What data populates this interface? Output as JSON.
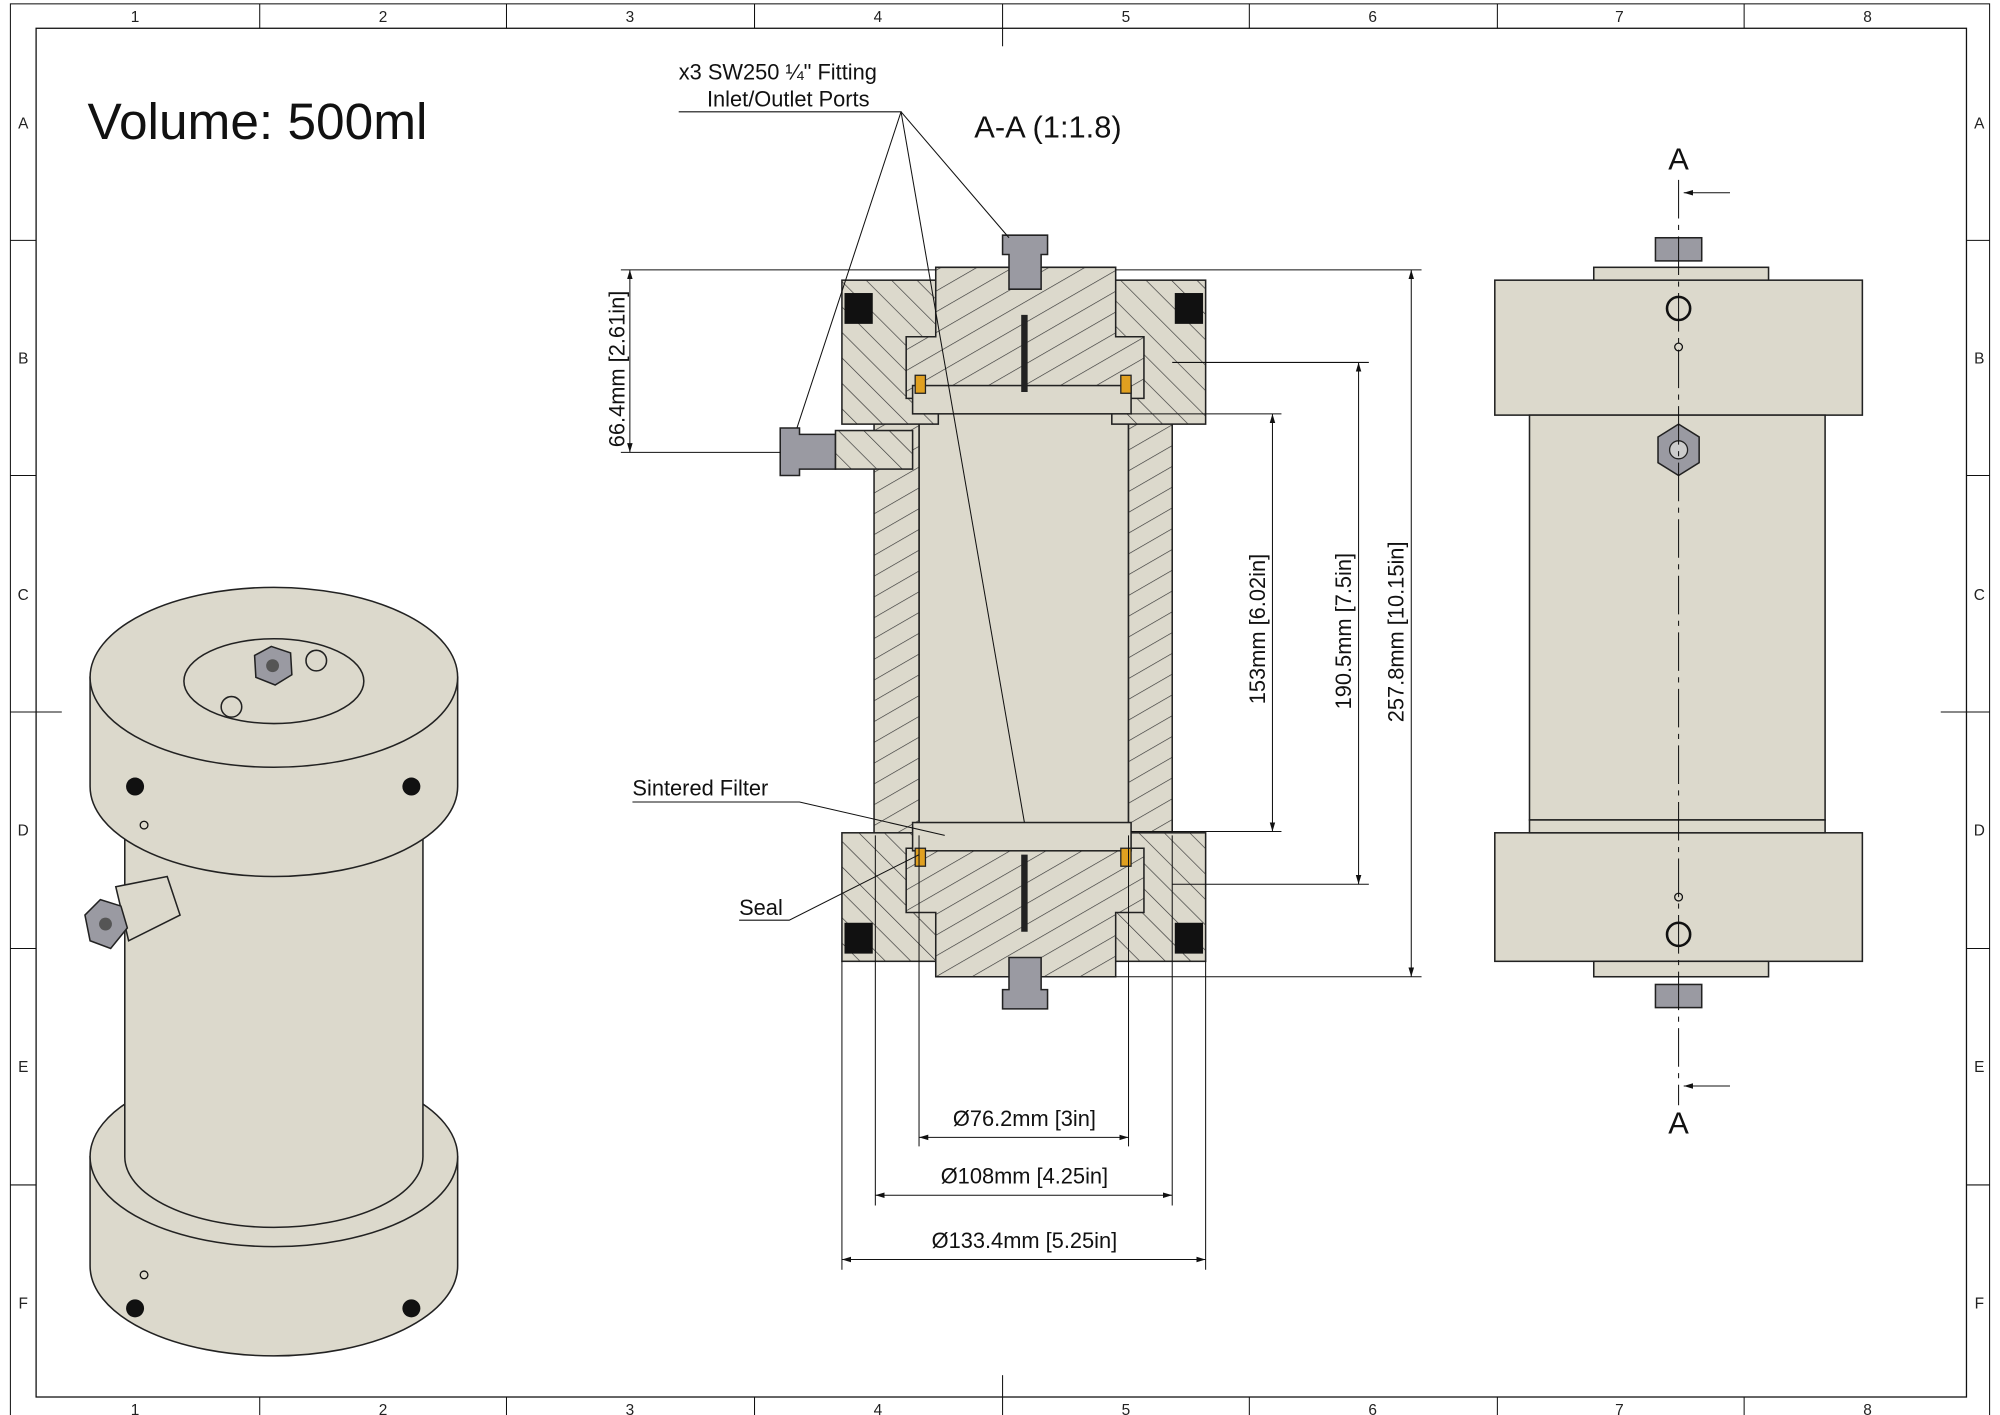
{
  "title": "Volume: 500ml",
  "section_title": "A-A (1:1.8)",
  "section_marker": "A",
  "grid": {
    "columns": [
      "1",
      "2",
      "3",
      "4",
      "5",
      "6",
      "7",
      "8"
    ],
    "rows": [
      "A",
      "B",
      "C",
      "D",
      "E",
      "F"
    ]
  },
  "callouts": {
    "fitting_line1": "x3 SW250 ¼\" Fitting",
    "fitting_line2": "Inlet/Outlet Ports",
    "sintered_filter": "Sintered Filter",
    "seal": "Seal"
  },
  "dimensions": {
    "cap_height": "66.4mm [2.61in]",
    "bore_length": "153mm [6.02in]",
    "body_length": "190.5mm [7.5in]",
    "overall_length": "257.8mm [10.15in]",
    "bore_diameter": "Ø76.2mm [3in]",
    "body_diameter": "Ø108mm [4.25in]",
    "cap_diameter": "Ø133.4mm [5.25in]"
  },
  "colors": {
    "body": "#dcd9cc",
    "seal": "#e0a020",
    "fitting": "#9a9aa2"
  }
}
